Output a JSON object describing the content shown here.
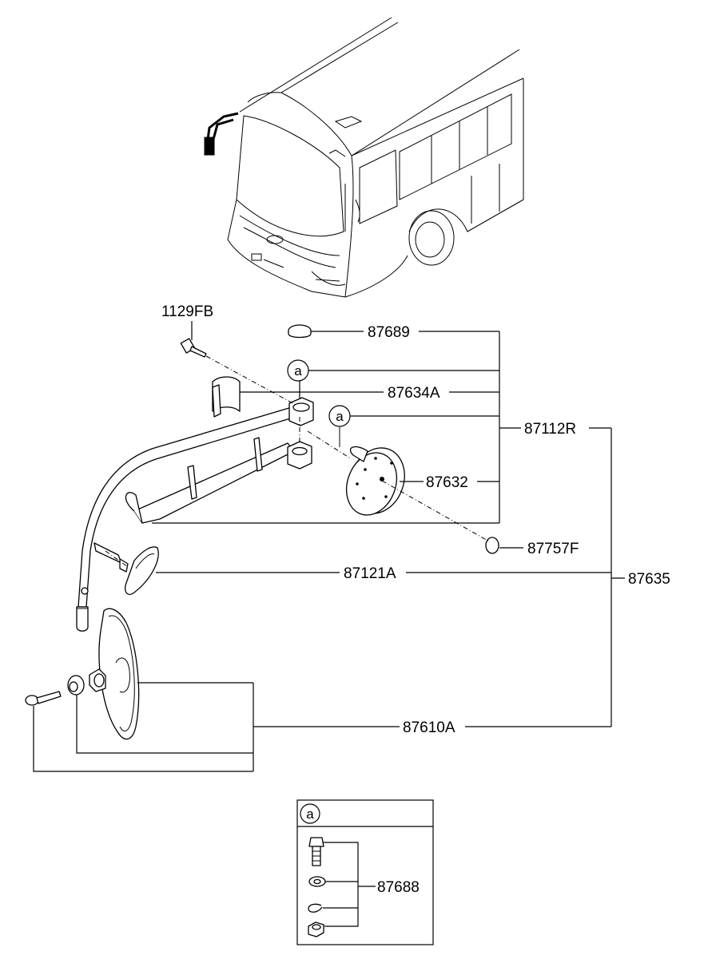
{
  "callout_symbol": "a",
  "parts": {
    "p1129FB": "1129FB",
    "p87689": "87689",
    "p87634A": "87634A",
    "p87112R": "87112R",
    "p87632": "87632",
    "p87757F": "87757F",
    "p87121A": "87121A",
    "p87635": "87635",
    "p87610A": "87610A",
    "p87688": "87688"
  }
}
